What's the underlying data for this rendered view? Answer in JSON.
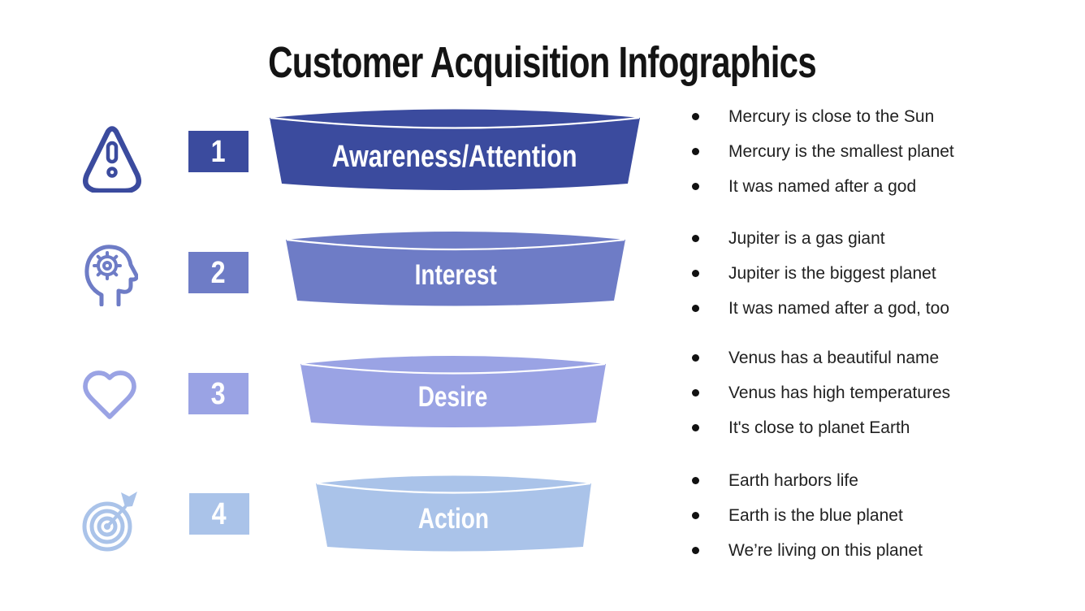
{
  "slide": {
    "title": "Customer Acquisition Infographics",
    "title_color": "#141414",
    "body_text_color": "#212121",
    "background": "#ffffff"
  },
  "stages": [
    {
      "number": "1",
      "label": "Awareness/Attention",
      "color": "#3b4b9e",
      "icon": "warning-triangle-icon",
      "bullets": [
        "Mercury is close to the Sun",
        "Mercury is the smallest planet",
        "It was named after a god"
      ]
    },
    {
      "number": "2",
      "label": "Interest",
      "color": "#6e7cc6",
      "icon": "head-gear-icon",
      "bullets": [
        "Jupiter is a gas giant",
        "Jupiter is the biggest planet",
        "It was named after a god, too"
      ]
    },
    {
      "number": "3",
      "label": "Desire",
      "color": "#9aa3e4",
      "icon": "heart-icon",
      "bullets": [
        "Venus has a beautiful name",
        "Venus has high temperatures",
        "It's close to planet Earth"
      ]
    },
    {
      "number": "4",
      "label": "Action",
      "color": "#aac3e9",
      "icon": "target-arrow-icon",
      "bullets": [
        "Earth harbors life",
        "Earth is the blue planet",
        "We’re living on this planet"
      ]
    }
  ]
}
